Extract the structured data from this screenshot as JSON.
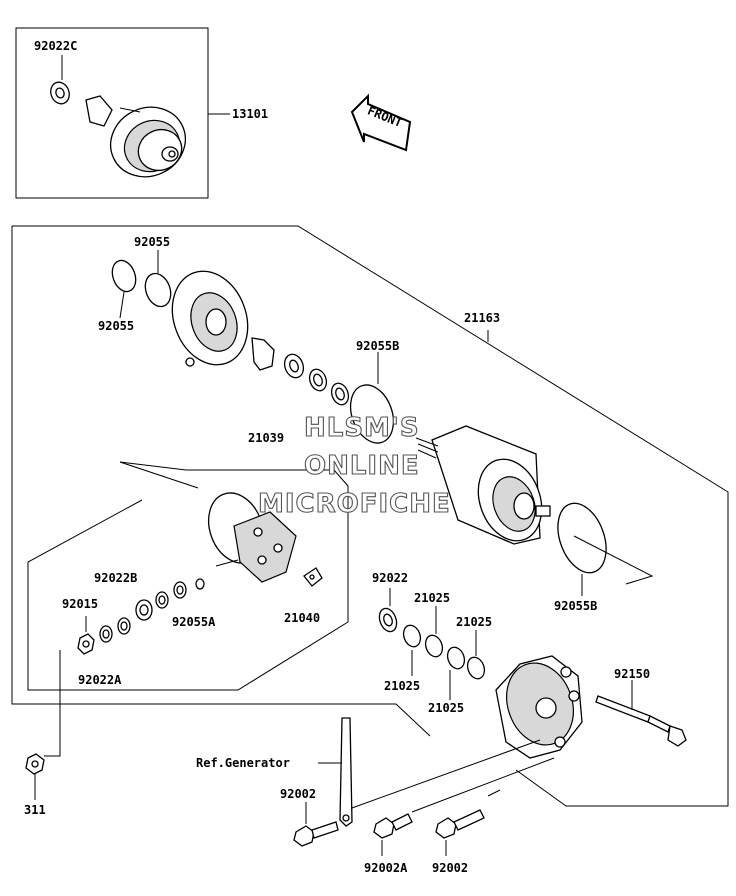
{
  "labels": {
    "p92022C": "92022C",
    "p13101": "13101",
    "p92055_top": "92055",
    "p92055_left": "92055",
    "p21163": "21163",
    "p92055B_top": "92055B",
    "p21039": "21039",
    "p92022B": "92022B",
    "p92015": "92015",
    "p92055A": "92055A",
    "p21040": "21040",
    "p92022A": "92022A",
    "p92022": "92022",
    "p21025_a": "21025",
    "p21025_b": "21025",
    "p21025_c": "21025",
    "p21025_d": "21025",
    "p92055B_bottom": "92055B",
    "p92150": "92150",
    "ref_generator": "Ref.Generator",
    "p92002_left": "92002",
    "p92002A": "92002A",
    "p92002_right": "92002",
    "p311": "311"
  },
  "front_arrow": "FRONT",
  "watermark": {
    "line1": "HLSM'S",
    "line2": "ONLINE",
    "line3": "MICROFICHE"
  },
  "colors": {
    "line": "#000000",
    "background": "#ffffff",
    "watermark_outline": "#555555"
  }
}
